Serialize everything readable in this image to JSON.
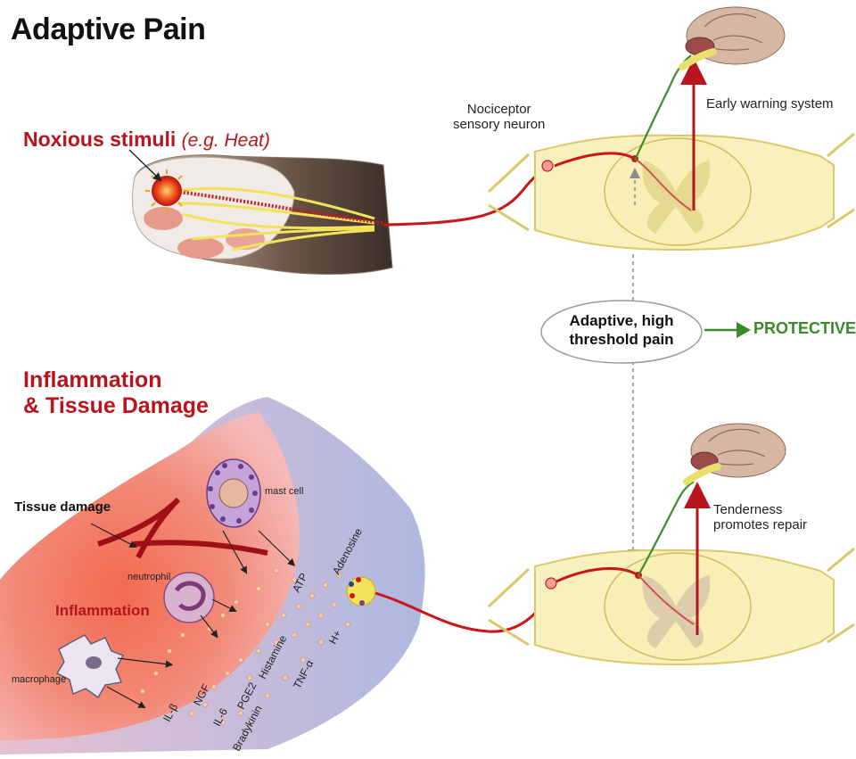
{
  "title": "Adaptive Pain",
  "stimulus": {
    "label": "Noxious stimuli",
    "example": "(e.g. Heat)"
  },
  "neuron_label_line1": "Nociceptor",
  "neuron_label_line2": "sensory neuron",
  "early_warning": "Early warning system",
  "adaptive_line1": "Adaptive, high",
  "adaptive_line2": "threshold pain",
  "protective": "PROTECTIVE",
  "inflammation_heading_line1": "Inflammation",
  "inflammation_heading_line2": "& Tissue Damage",
  "tissue_damage": "Tissue damage",
  "inflammation": "Inflammation",
  "mast_cell": "mast cell",
  "neutrophil": "neutrophil",
  "macrophage": "macrophage",
  "tenderness_line1": "Tenderness",
  "tenderness_line2": "promotes repair",
  "mediators": {
    "il1b": "IL-β",
    "ngf": "NGF",
    "il6": "IL-6",
    "pge2": "PGE2",
    "histamine": "Histamine",
    "tnfa": "TNF-α",
    "atp": "ATP",
    "adenosine": "Adenosine",
    "hplus": "H+",
    "bradykinin": "Bradykinin"
  },
  "colors": {
    "accent_red": "#b7141c",
    "protective_green": "#3a8a2a",
    "nerve_yellow": "#f2e66a",
    "cord_cream": "#f7efb5"
  }
}
